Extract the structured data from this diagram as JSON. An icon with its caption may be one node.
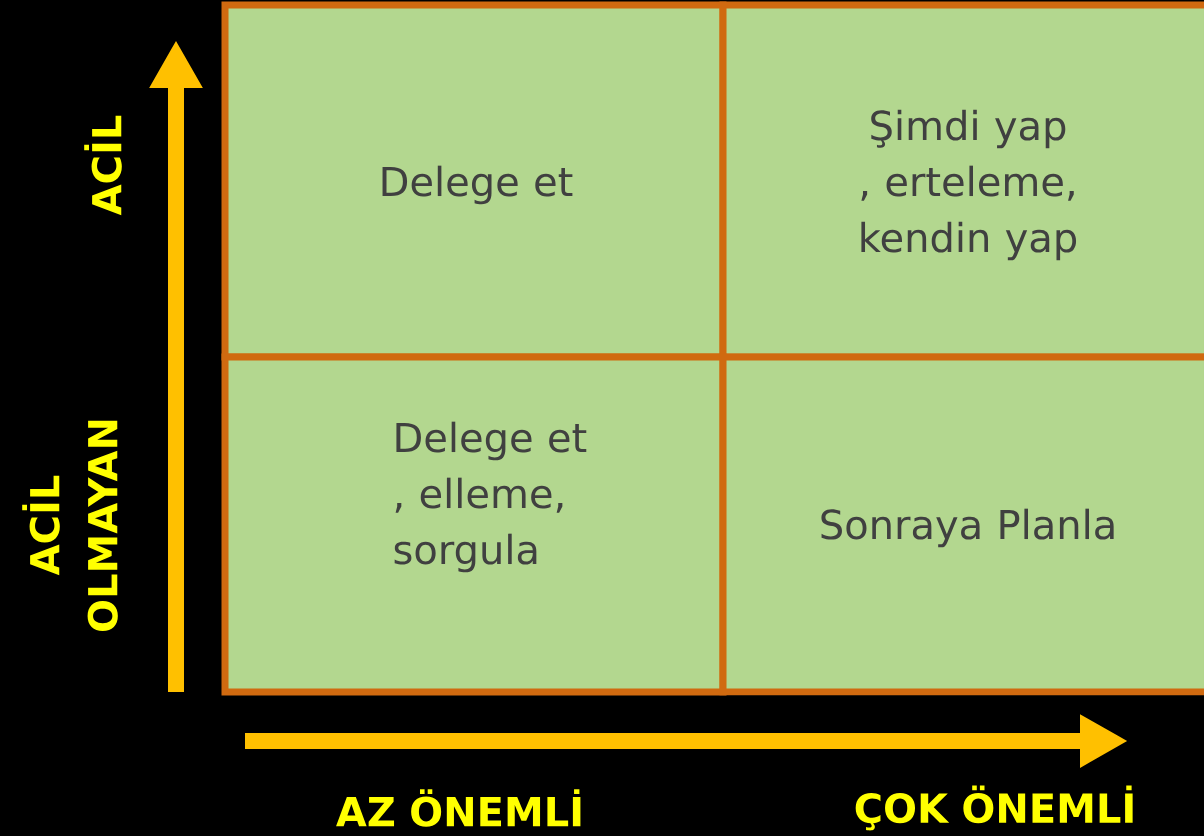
{
  "diagram": {
    "nodes": [
      {
        "text": [
          "Delege et"
        ]
      },
      {
        "text": [
          "Şimdi yap , erteleme, kendin yap"
        ]
      },
      {
        "text": [
          "Delege et , elleme, sorgula"
        ]
      },
      {
        "text": [
          "Sonraya Planla"
        ]
      }
    ],
    "labels": [
      "ACİL",
      "ACİL OLMAYAN",
      "AZ ÖNEMLİ",
      "ÇOK ÖNEMLİ"
    ]
  }
}
